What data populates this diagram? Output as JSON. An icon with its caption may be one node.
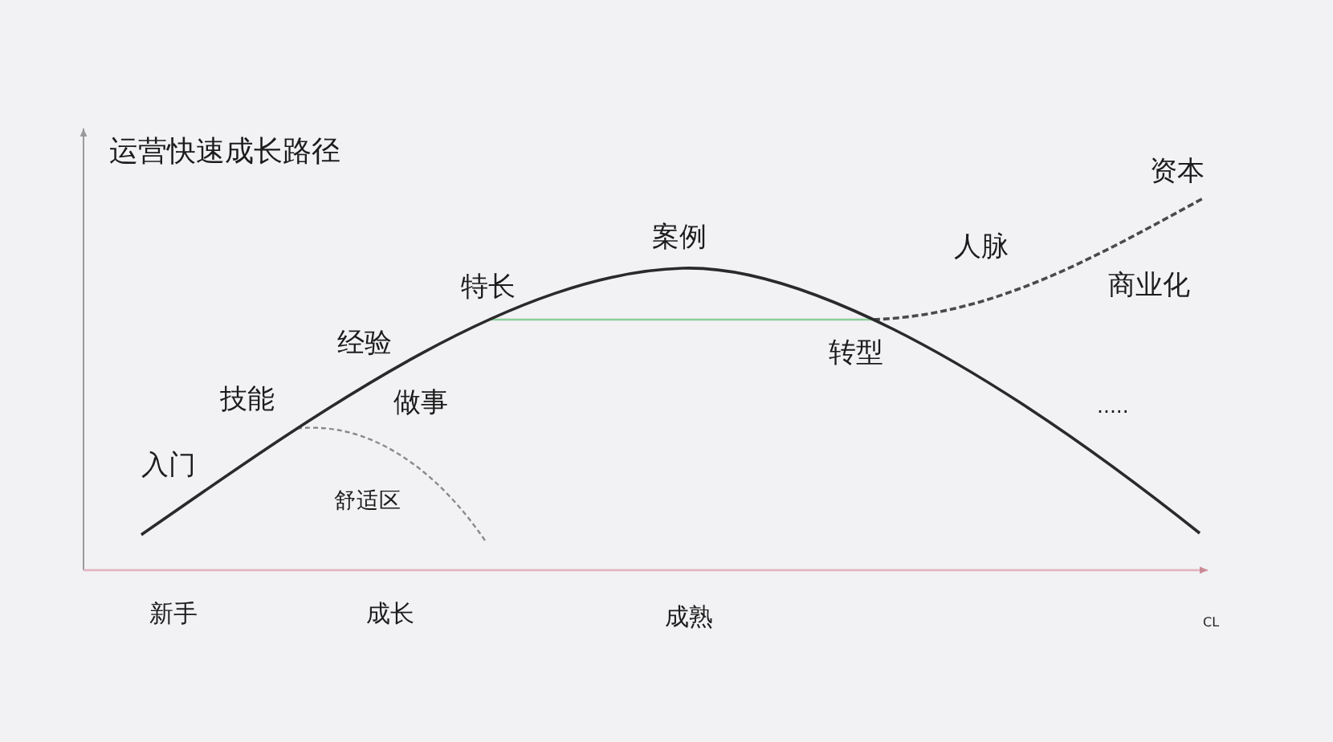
{
  "diagram": {
    "title": "运营快速成长路径",
    "labels": [
      "资本",
      "案例",
      "人脉",
      "特长",
      "商业化",
      "经验",
      "转型",
      "技能",
      "做事",
      "入门",
      ".....",
      "舒适区",
      "新手",
      "成长",
      "成熟",
      "CL"
    ]
  }
}
